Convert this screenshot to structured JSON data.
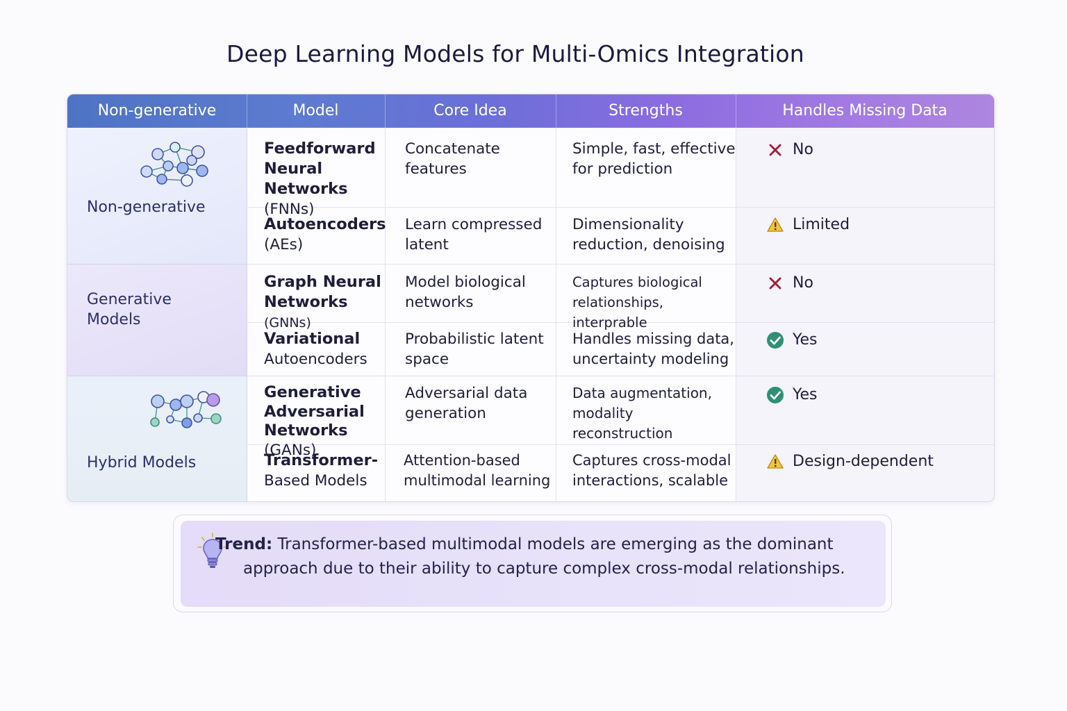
{
  "title": "Deep Learning Models for Multi-Omics Integration",
  "header": [
    "Non-generative",
    "Model",
    "Core Idea",
    "Strengths",
    "Handles Missing Data"
  ],
  "categories": [
    {
      "label": "Non-generative",
      "icon": "network-icon"
    },
    {
      "label": "Generative Models",
      "icon": ""
    },
    {
      "label": "Hybrid Models",
      "icon": "network-icon"
    }
  ],
  "rows": [
    {
      "model_bold": "Feedforward Neural Networks",
      "model_rest": "(FNNs)",
      "core": "Concatenate features",
      "strengths": "Simple, fast, effective for prediction",
      "status": "No",
      "status_icon": "cross-icon"
    },
    {
      "model_bold": "Autoencoders",
      "model_rest": "(AEs)",
      "core": "Learn compressed latent",
      "strengths": "Dimensionality reduction, denoising",
      "status": "Limited",
      "status_icon": "warning-icon"
    },
    {
      "model_bold": "Graph Neural Networks",
      "model_rest": "(GNNs)",
      "core": "Model biological networks",
      "strengths": "Captures biological relationships, interprable",
      "status": "No",
      "status_icon": "cross-icon"
    },
    {
      "model_bold": "Variational",
      "model_rest": "Autoencoders",
      "core": "Probabilistic latent space",
      "strengths": "Handles missing data, uncertainty modeling",
      "status": "Yes",
      "status_icon": "check-icon"
    },
    {
      "model_bold": "Generative Adversarial Networks",
      "model_rest": "(GANs)",
      "core": "Adversarial data generation",
      "strengths": "Data augmentation, modality reconstruction",
      "status": "Yes",
      "status_icon": "check-icon"
    },
    {
      "model_bold": "Transformer-",
      "model_rest": "Based Models",
      "core": "Attention-based multimodal learning",
      "strengths": "Captures cross-modal interactions, scalable",
      "status": "Design-dependent",
      "status_icon": "warning-icon"
    }
  ],
  "trend": {
    "label": "Trend:",
    "text": "Transformer-based multimodal models are emerging as the dominant approach due to their ability to capture complex cross-modal relationships.",
    "icon": "lightbulb-icon"
  },
  "colors": {
    "cross": "#a3203a",
    "warning": "#e8b430",
    "check": "#2f8f77",
    "header_start": "#4f73c4",
    "header_end": "#ad86e0"
  }
}
